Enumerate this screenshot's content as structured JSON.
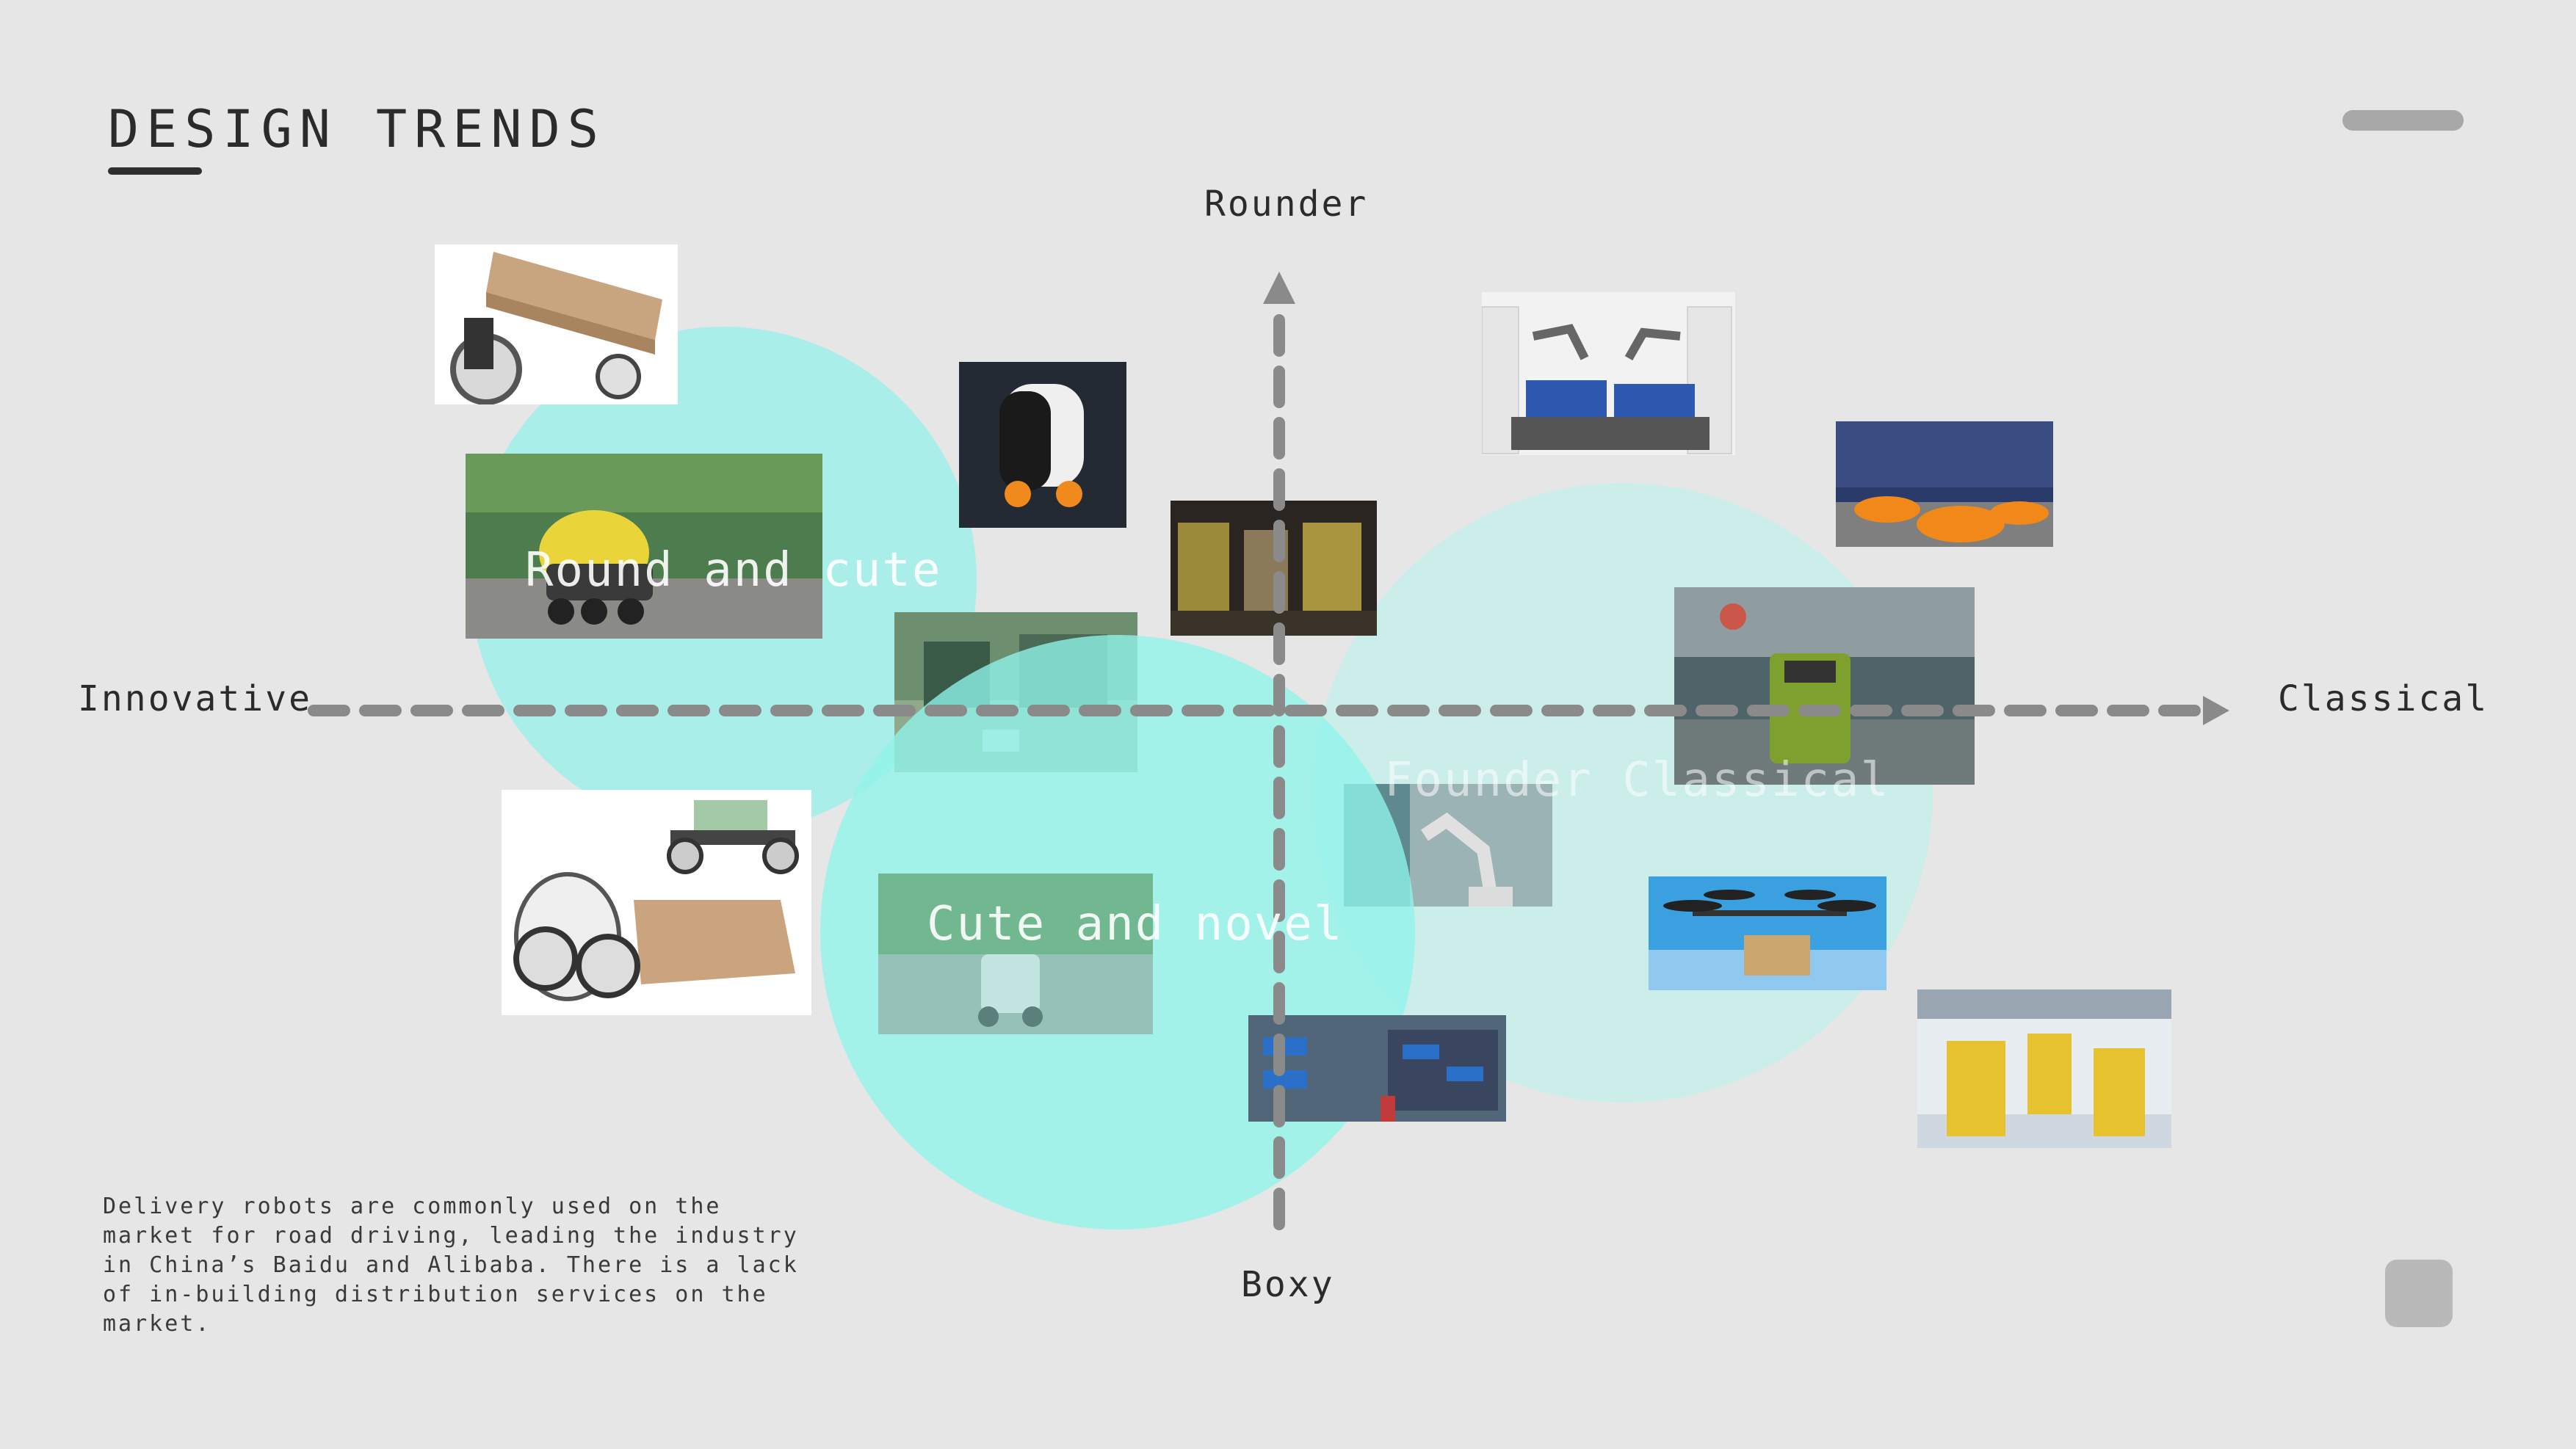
{
  "page": {
    "title": "DESIGN TRENDS"
  },
  "axes": {
    "top": "Rounder",
    "bottom": "Boxy",
    "left": "Innovative",
    "right": "Classical"
  },
  "clusters": [
    {
      "label": "Round and cute",
      "color": "#9feee9"
    },
    {
      "label": "Cute and novel",
      "color": "#8ff5ea"
    },
    {
      "label": "Founder Classical",
      "color": "#bfeeea"
    }
  ],
  "description": "Delivery robots are commonly used on the market for road driving, leading the industry in China’s Baidu and Alibaba. There is a lack of in-building distribution services on the market.",
  "thumbnails": [
    {
      "name": "two-wheel-carrier-photo"
    },
    {
      "name": "yellow-sidewalk-robot-photo"
    },
    {
      "name": "black-orange-delivery-robot-photo"
    },
    {
      "name": "warehouse-shelves-photo"
    },
    {
      "name": "green-warehouse-robots-photo"
    },
    {
      "name": "white-carrier-robots-photo"
    },
    {
      "name": "outdoor-delivery-robot-photo"
    },
    {
      "name": "dual-arm-robots-photo"
    },
    {
      "name": "orange-warehouse-robots-photo"
    },
    {
      "name": "green-forklift-robot-photo"
    },
    {
      "name": "robot-arm-photo"
    },
    {
      "name": "delivery-drone-photo"
    },
    {
      "name": "blue-crate-storage-photo"
    },
    {
      "name": "yellow-agv-robots-photo"
    }
  ]
}
